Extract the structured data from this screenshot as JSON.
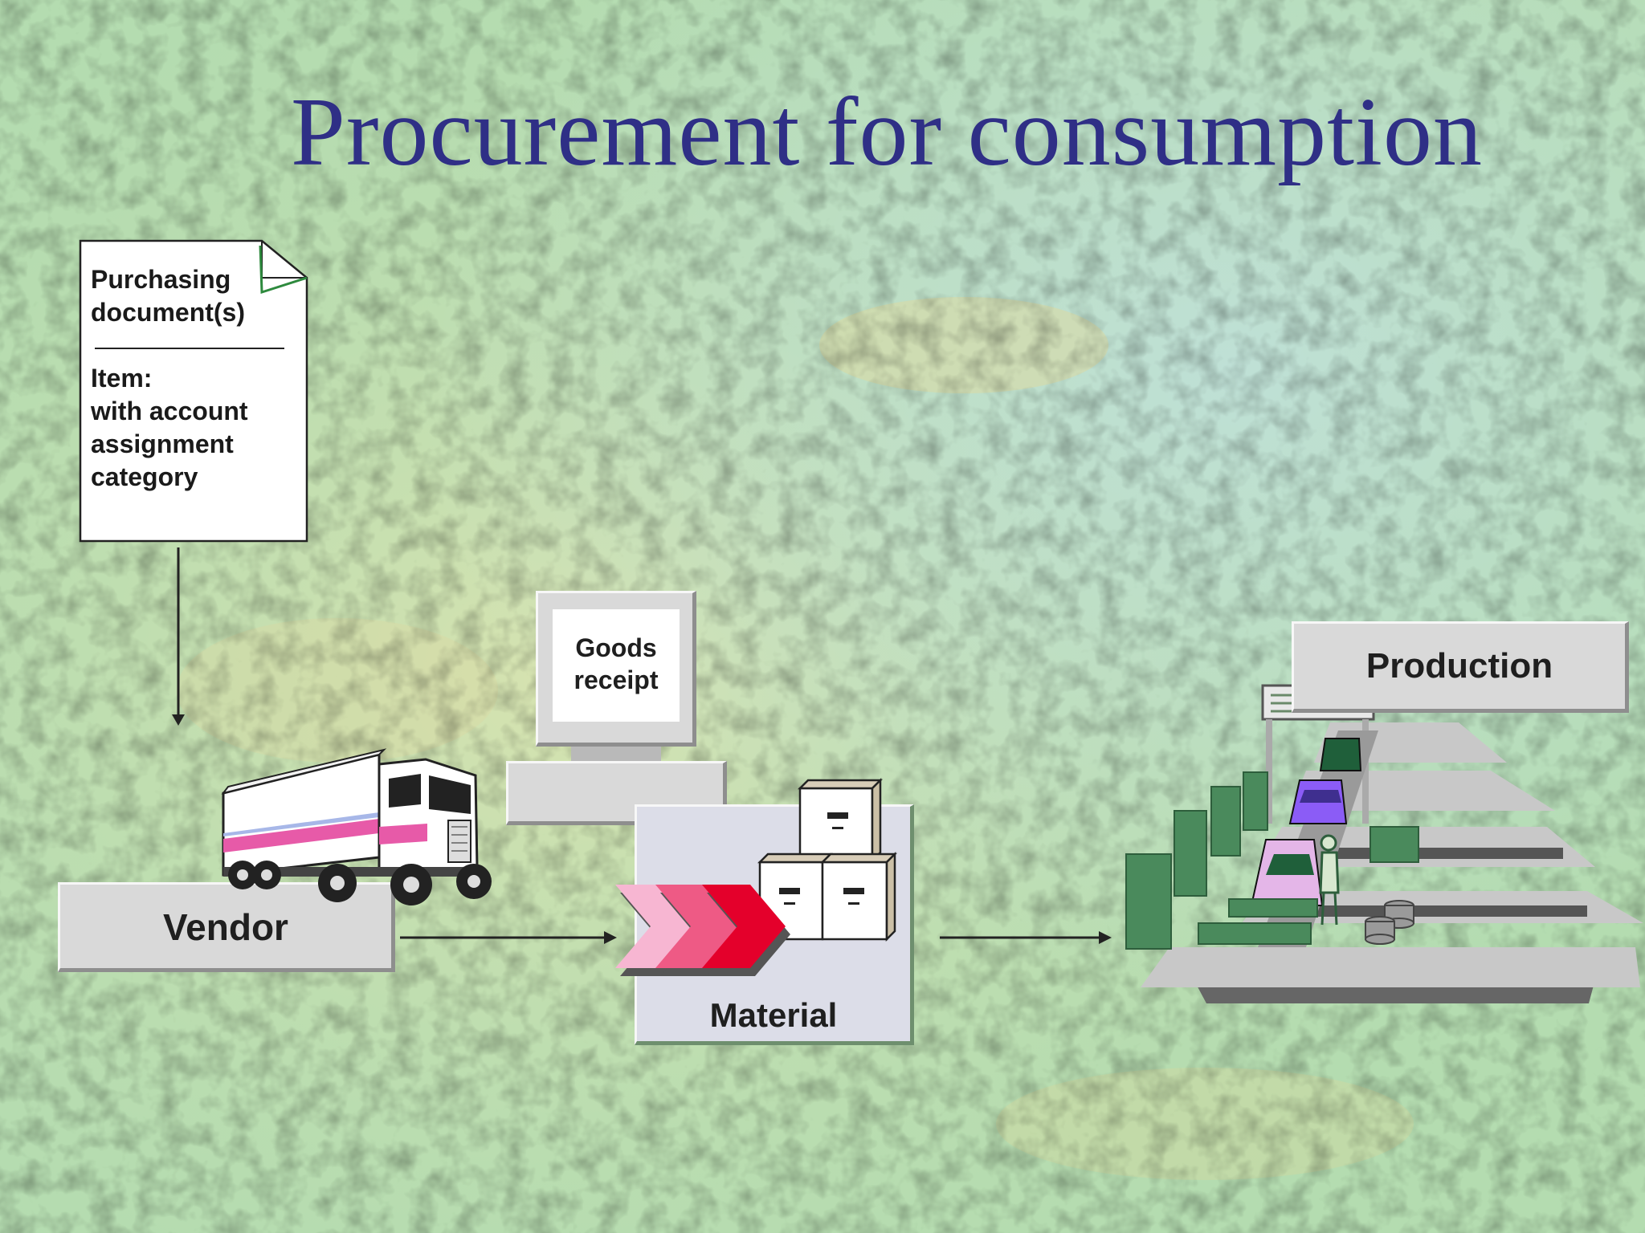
{
  "slide": {
    "title": "Procurement for consumption"
  },
  "document": {
    "heading_line1": "Purchasing",
    "heading_line2": "document(s)",
    "item_lines": [
      "Item:",
      "with account",
      "assignment",
      "category"
    ]
  },
  "goods_receipt": {
    "line1": "Goods",
    "line2": "receipt"
  },
  "vendor": {
    "label": "Vendor"
  },
  "material": {
    "label": "Material"
  },
  "production": {
    "label": "Production"
  },
  "colors": {
    "title": "#2f2f86",
    "chevron_light": "#f7b6d2",
    "chevron_mid": "#ee5a85",
    "chevron_dark": "#e4002b",
    "production_green": "#4a8a5c",
    "car_purple": "#8b5cf6"
  }
}
